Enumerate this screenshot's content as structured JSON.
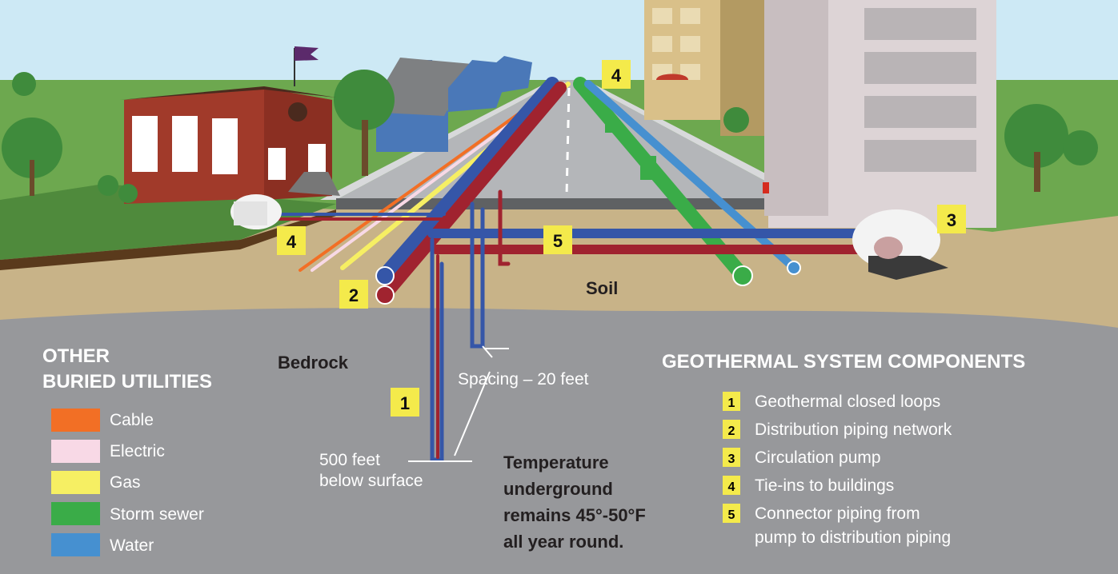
{
  "scene": {
    "soil_label": "Soil",
    "bedrock_label": "Bedrock",
    "spacing_label": "Spacing – 20 feet",
    "depth_label": [
      "500 feet",
      "below surface"
    ],
    "temperature_note": [
      "Temperature",
      "underground",
      "remains 45°-50°F",
      "all year round."
    ],
    "markers": [
      "1",
      "2",
      "3",
      "4",
      "4",
      "5"
    ]
  },
  "utilities_legend": {
    "title": [
      "OTHER",
      "BURIED UTILITIES"
    ],
    "items": [
      {
        "label": "Cable",
        "color": "#f26f25"
      },
      {
        "label": "Electric",
        "color": "#f8d9e6"
      },
      {
        "label": "Gas",
        "color": "#f6ef63"
      },
      {
        "label": "Storm sewer",
        "color": "#3aac48"
      },
      {
        "label": "Water",
        "color": "#4690d0"
      }
    ]
  },
  "components_legend": {
    "title": "GEOTHERMAL SYSTEM COMPONENTS",
    "items": [
      {
        "num": "1",
        "label": [
          "Geothermal closed loops"
        ]
      },
      {
        "num": "2",
        "label": [
          "Distribution piping network"
        ]
      },
      {
        "num": "3",
        "label": [
          "Circulation pump"
        ]
      },
      {
        "num": "4",
        "label": [
          "Tie-ins to buildings"
        ]
      },
      {
        "num": "5",
        "label": [
          "Connector piping from",
          "pump to distribution piping"
        ]
      }
    ]
  },
  "colors": {
    "pipe_red": "#a0232f",
    "pipe_blue": "#3556a8",
    "badge": "#f4ea4b",
    "bedrock": "#97989b",
    "soil": "#c8b388"
  }
}
